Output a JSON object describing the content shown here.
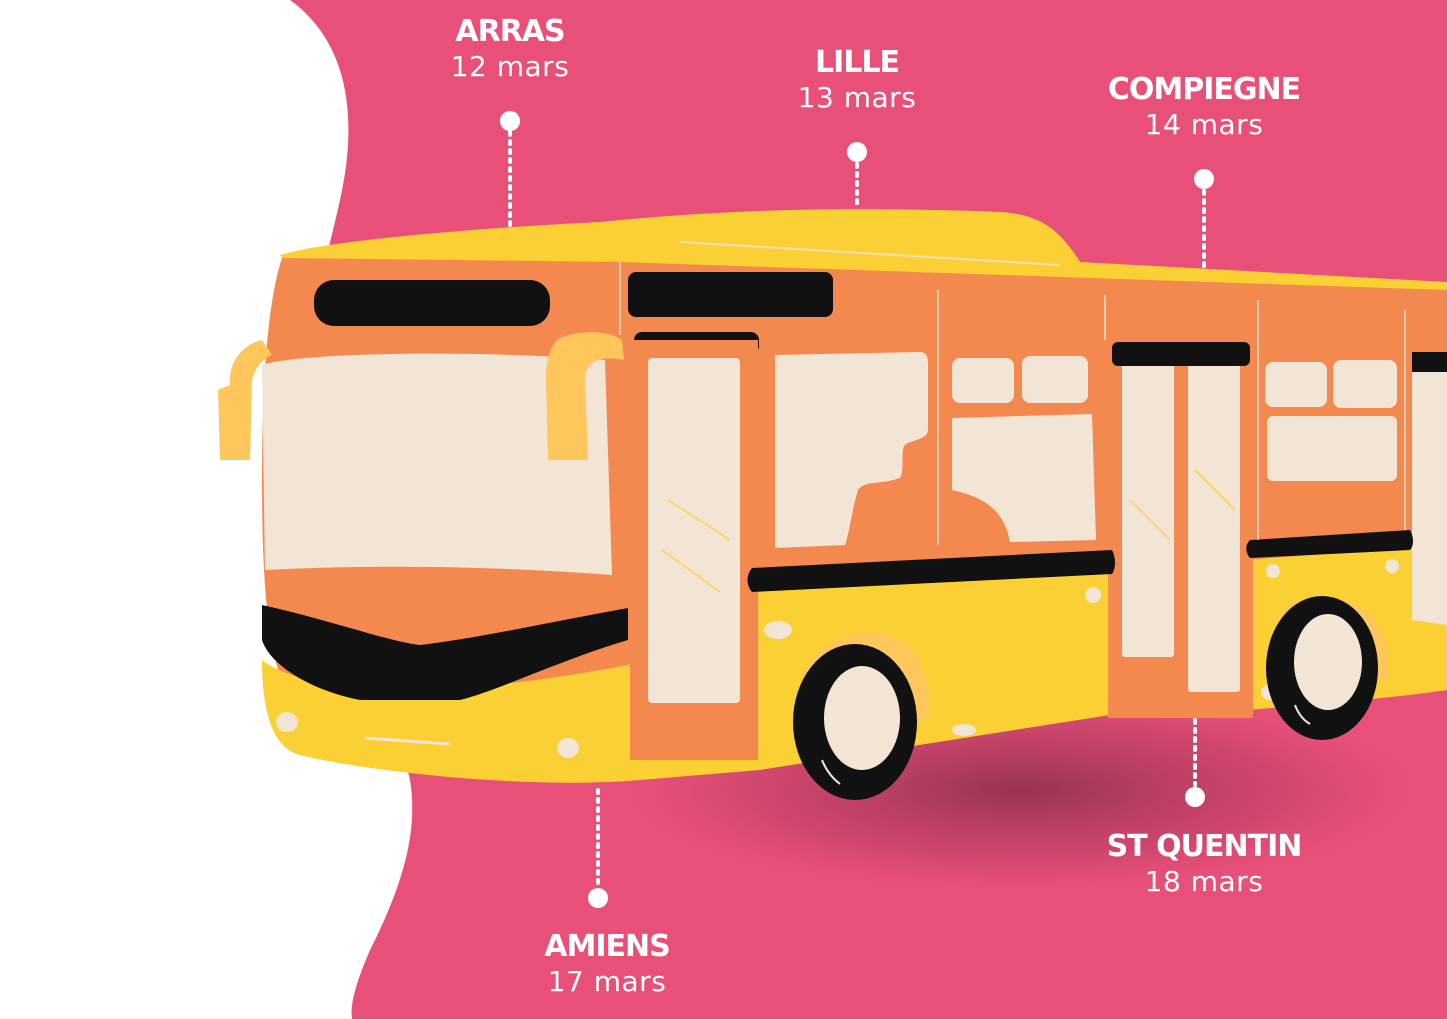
{
  "colors": {
    "background": "#e8507a",
    "bus_body": "#f4894f",
    "bus_lower": "#fbd034",
    "windows": "#f3e5d6",
    "trim": "#111111",
    "accent": "#ffc65c"
  },
  "stops": [
    {
      "city": "ARRAS",
      "date": "12 mars"
    },
    {
      "city": "LILLE",
      "date": "13 mars"
    },
    {
      "city": "COMPIEGNE",
      "date": "14 mars"
    },
    {
      "city": "AMIENS",
      "date": "17 mars"
    },
    {
      "city": "ST QUENTIN",
      "date": "18 mars"
    }
  ]
}
